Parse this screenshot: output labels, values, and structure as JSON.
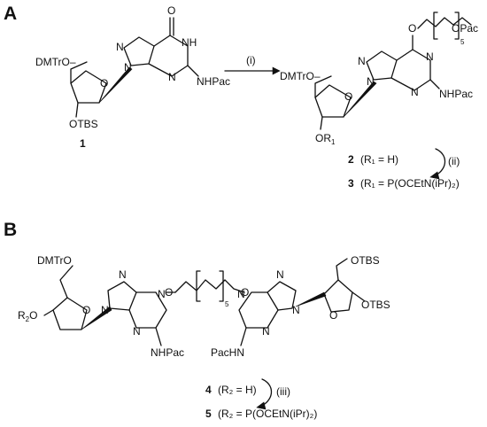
{
  "panels": {
    "a": "A",
    "b": "B"
  },
  "reagents": {
    "i": "(i)",
    "ii": "(ii)",
    "iii": "(iii)"
  },
  "compounds": {
    "c1": "1",
    "c2": {
      "num": "2",
      "desc": "(R₁ = H)"
    },
    "c3": {
      "num": "3",
      "desc": "(R₁ = P(OCEtN(iPr)₂)"
    },
    "c4": {
      "num": "4",
      "desc": "(R₂ = H)"
    },
    "c5": {
      "num": "5",
      "desc": "(R₂ = P(OCEtN(iPr)₂)"
    }
  },
  "atoms": {
    "dmtro": "DMTrO",
    "dmtro_dash": "DMTrO–",
    "otbs": "OTBS",
    "o": "O",
    "n": "N",
    "nh": "NH",
    "nhpac": "NHPac",
    "pachn": "PacHN",
    "opac": "OPac",
    "or1": "OR₁",
    "r2o": "R₂O",
    "five": "5"
  }
}
